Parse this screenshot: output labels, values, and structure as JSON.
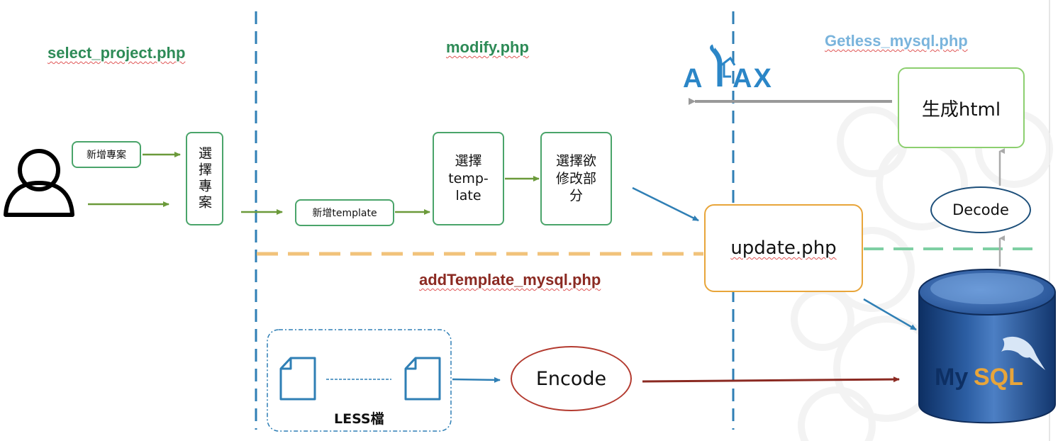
{
  "section_labels": {
    "select_project": "select_project.php",
    "modify": "modify.php",
    "getless": "Getless_mysql.php",
    "add_template": "addTemplate_mysql.php"
  },
  "nodes": {
    "new_project": "新增專案",
    "select_project_box": "選擇專案",
    "new_template": "新增template",
    "select_template": "選擇\ntemp-\nlate",
    "select_part": "選擇欲\n修改部\n分",
    "update": "update.php",
    "generate_html": "生成html",
    "decode": "Decode",
    "encode": "Encode",
    "less_files": "LESS檔"
  },
  "logos": {
    "ajax": "AJAX",
    "mysql": "MySQL"
  },
  "colors": {
    "green": "#4aa46a",
    "arrow_green": "#6b9a3a",
    "blue": "#2f7fb5",
    "dark_red": "#8b2a22",
    "orange": "#e8a53a",
    "orange_dash": "#f1c27a",
    "teal_dash": "#7ecfa3",
    "gray": "#999999",
    "light_blue_text": "#7ab4dc",
    "navy": "#1d4f7a"
  }
}
